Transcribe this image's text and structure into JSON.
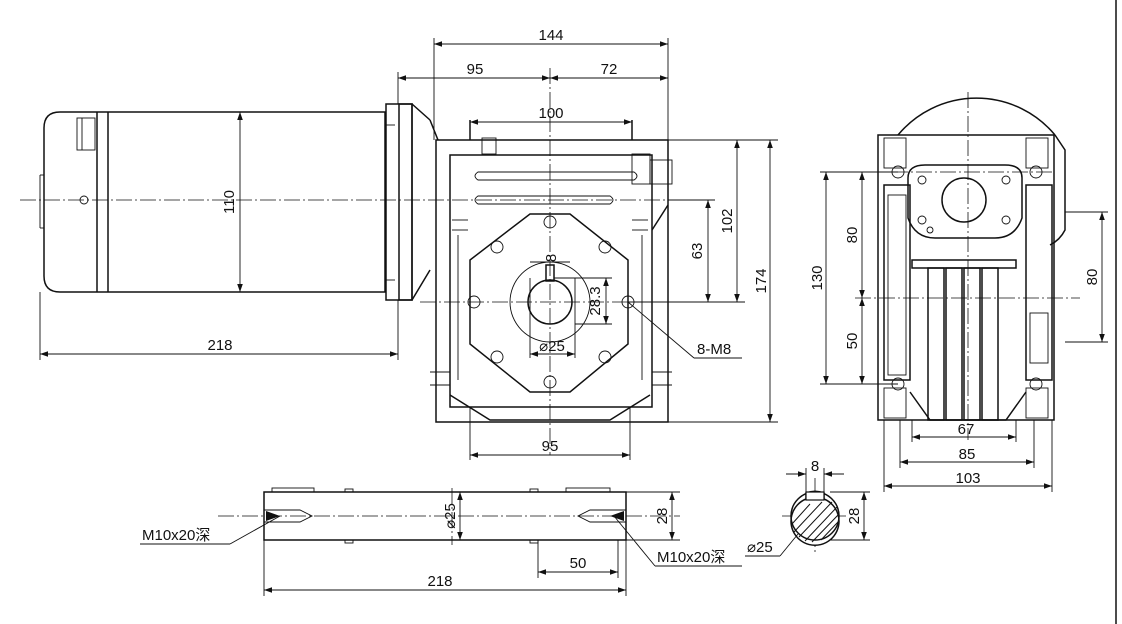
{
  "colors": {
    "line": "#111111",
    "background": "#ffffff"
  },
  "front_view": {
    "dims": {
      "width_total": "144",
      "motor_side": "95",
      "output_side": "72",
      "bolt_spacing": "100",
      "center_to_top_a": "102",
      "center_to_top_b": "63",
      "height_total": "174",
      "motor_diameter": "110",
      "motor_length": "218",
      "base_width": "95",
      "bore": "⌀25",
      "key_height": "28.3",
      "key_width": "8",
      "flange_holes": "8-M8"
    }
  },
  "side_view": {
    "dims": {
      "height_130": "130",
      "upper_80": "80",
      "lower_50": "50",
      "right_80": "80",
      "w67": "67",
      "w85": "85",
      "w103": "103"
    }
  },
  "shaft_view": {
    "dims": {
      "length": "218",
      "diameter": "⌀25",
      "height": "28",
      "key_length": "50",
      "left_thread": "M10x20深",
      "right_thread": "M10x20深"
    }
  },
  "section_view": {
    "dims": {
      "key_width": "8",
      "height": "28",
      "diameter": "⌀25"
    }
  }
}
